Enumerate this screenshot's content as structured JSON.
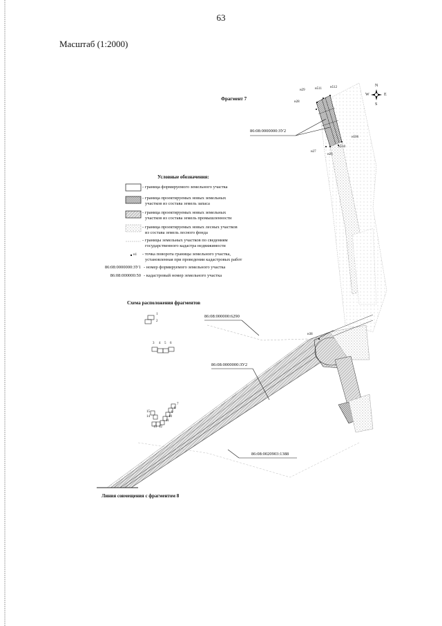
{
  "page_number": "63",
  "scale_label": "Масштаб (1:2000)",
  "fragment_title": "Фрагмент 7",
  "compass": {
    "n": "N",
    "s": "S",
    "w": "W",
    "e": "E"
  },
  "legend": {
    "title": "Условные обозначения:",
    "rows": [
      {
        "text": "- граница формируемого земельного участка"
      },
      {
        "text": "- граница проектируемых новых земельных",
        "text2": "участков из состава земель запаса"
      },
      {
        "text": "- граница проектируемых новых земельных",
        "text2": "участков из состава земель промышленности"
      },
      {
        "text": "- граница проектируемых новых лесных участков",
        "text2": "из состава земель лесного фонда"
      },
      {
        "text": "- границы земельных участков по сведениям",
        "text2": "государственного кадастра недвижимости"
      },
      {
        "text": "- точка поворота границы земельного участка,",
        "text2": "установленная при проведении кадастровых работ"
      },
      {
        "code": "86:08:0000000:ЗУ1",
        "text": "- номер формируемого земельного участка"
      },
      {
        "code": "86:08:000000:50",
        "text": "- кадастровый номер земельного участка"
      }
    ],
    "point_symbol": "н1"
  },
  "schema_title": "Схема расположения фрагментов",
  "schema_numbers": [
    "1",
    "2",
    "3",
    "4",
    "5",
    "6",
    "7",
    "8",
    "9",
    "10",
    "11",
    "12",
    "13",
    "14",
    "15"
  ],
  "bottom_title": "Линия совмещения с фрагментом 8",
  "callouts": {
    "zu2_top": "86:08:0000000:ЗУ2",
    "zu2_bottom": "86:08:0000000:ЗУ2",
    "parcel_6290": "86:08:000000:6290",
    "parcel_1388": "86:08:0020903:1388"
  },
  "points": [
    "н29",
    "н511",
    "н512",
    "н28",
    "н506",
    "н510",
    "н27",
    "н26",
    "н38"
  ]
}
